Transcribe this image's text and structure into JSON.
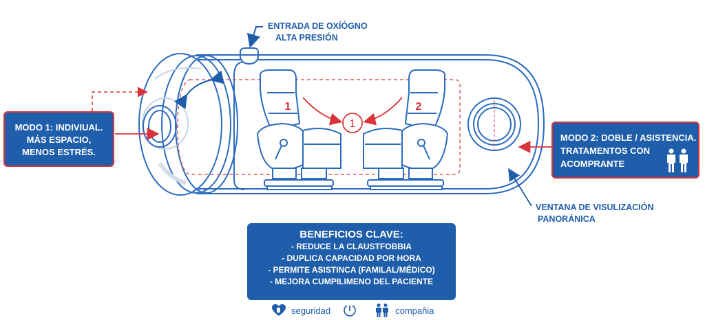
{
  "colors": {
    "brand_blue": "#1f5eab",
    "line_blue": "#2a6bbf",
    "accent_red": "#d8323a",
    "background": "#ffffff"
  },
  "labels": {
    "oxygen_inlet": {
      "line1": "ENTRADA DE OXÍÓGNO",
      "line2": "ALTA PRESIÓN"
    },
    "viewing_window": {
      "line1": "VENTANA DE VISULIZACIÓN",
      "line2": "PANORÁNICA"
    }
  },
  "mode1": {
    "line1": "MODO 1: INDIVIUAL.",
    "line2": "MÁS ESPACIO,",
    "line3": "MENOS ESTRÉS."
  },
  "mode2": {
    "line1": "MODO 2: DOBLE / ASISTENCIA.",
    "line2": "TRATAMENTOS CON",
    "line3": "ACOMPRANTE",
    "icon": "two-people-icon"
  },
  "seats": {
    "seat_left_number": "1",
    "seat_right_number": "2",
    "center_marker": "1"
  },
  "benefits": {
    "title": "BENEFICIOS CLAVE:",
    "items": [
      "- REDUCE LA CLAUSTFOBBIA",
      "- DUPLICA CAPACIDAD POR HORA",
      "- PERMITE ASISTINCA (FAMILAL/MÉDICO)",
      "- MEJORA CUMPILIMENO DEL PACIENTE"
    ]
  },
  "legend": [
    {
      "icon": "heart-shield-icon",
      "label": "seguridad"
    },
    {
      "icon": "timer-icon",
      "label": ""
    },
    {
      "icon": "people-icon",
      "label": "compañia"
    }
  ]
}
